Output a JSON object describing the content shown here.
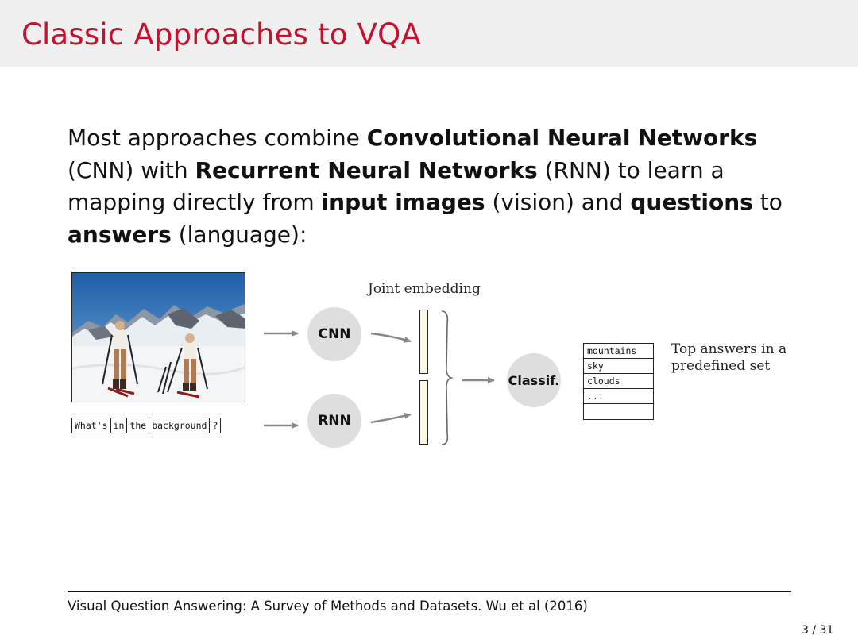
{
  "slide": {
    "title": "Classic Approaches to VQA",
    "body": {
      "t1": "Most approaches combine ",
      "b1": "Convolutional Neural Networks",
      "t2": " (CNN) with ",
      "b2": "Recurrent Neural Networks",
      "t3": " (RNN) to learn a mapping directly from ",
      "b3": "input images",
      "t4": " (vision) and ",
      "b4": "questions",
      "t5": " to ",
      "b5": "answers",
      "t6": " (language):"
    },
    "citation": "Visual Question Answering: A Survey of Methods and Datasets. Wu et al (2016)",
    "page": "3 / 31"
  },
  "diagram": {
    "question_tokens": [
      "What's",
      "in",
      "the",
      "background",
      "?"
    ],
    "cnn_label": "CNN",
    "rnn_label": "RNN",
    "joint_label": "Joint embedding",
    "classifier_label": "Classif.",
    "answers": [
      "mountains",
      "sky",
      "clouds",
      "...",
      ""
    ],
    "answers_caption": "Top answers in a predefined set",
    "colors": {
      "title": "#c8102e",
      "node": "#dedede",
      "embedding_fill": "#fbf8e3",
      "title_bar": "#f0f0f0"
    }
  }
}
